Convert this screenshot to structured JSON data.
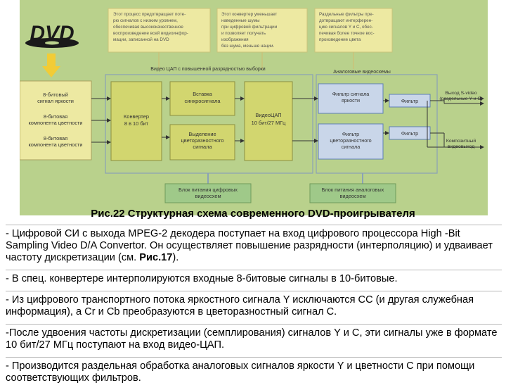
{
  "logo": {
    "text": "DVD"
  },
  "colors": {
    "background": "#b9d18c",
    "yellow_box": "#ede9a2",
    "olive_box": "#d2d66f",
    "blue_box": "#c9d6e9",
    "blue_border": "#5d7eb6",
    "green_box": "#9fc989",
    "panel_border": "#8aa2b6",
    "arrow": "#f2cc36"
  },
  "notes": {
    "n1": [
      "Этот процесс предотвращает поте-",
      "рю сигналов с низким уровнем,",
      "обеспечивая высококачественное",
      "воспроизведение всей видеоинфор-",
      "мации, записанной на DVD"
    ],
    "n2": [
      "Этот конвертер уменьшает",
      "наведенные шумы",
      "при цифровой фильтрации",
      "и позволяет получать",
      "изображения",
      "без шума, меньше нации."
    ],
    "n3": [
      "Раздельные фильтры пре-",
      "дотвращают интерферен-",
      "цию сигналов Y и C, обес-",
      "печивая более точное вос-",
      "произведение цвета"
    ]
  },
  "labels": {
    "dac_group": "Видео ЦАП с повышенной разрядностью выборки",
    "analog_group": "Аналоговые видеосхемы",
    "input_y": [
      "8-битовый",
      "сигнал яркости"
    ],
    "input_c1": [
      "8-битовая",
      "компонента цветности"
    ],
    "input_c2": [
      "8-битовая",
      "компонента цветности"
    ],
    "converter": [
      "Конвертер",
      "8 в 10 бит"
    ],
    "sync": [
      "Вставка",
      "синхросигнала"
    ],
    "extract": [
      "Выделение",
      "цветоразностного",
      "сигнала"
    ],
    "dac": [
      "ВидеоЦАП",
      "10 бит/27 МГц"
    ],
    "filter_y": [
      "Фильтр сигнала",
      "яркости"
    ],
    "filter_c": [
      "Фильтр",
      "цветоразностного",
      "сигнала"
    ],
    "filter1": "Фильтр",
    "filter2": "Фильтр",
    "out_s": [
      "Выход S-video",
      "(раздельные Y и C)"
    ],
    "out_comp": [
      "Композитный",
      "видеовыход"
    ],
    "psu_digital": [
      "Блок питания цифровых",
      "видеосхем"
    ],
    "psu_analog": [
      "Блок питания аналоговых",
      "видеосхем"
    ]
  },
  "caption": "Рис.22 Структурная схема современного DVD-проигрывателя",
  "paragraphs": [
    {
      "text": "- Цифровой СИ с выхода MPEG-2 декодера поступает на вход цифрового процессора High -Bit Sampling Video D/A Convertor. Он осуществляет повышение разрядности (интерполяцию) и удваивает частоту дискретизации (см. ",
      "bold": "Рис.17",
      "tail": ")."
    },
    {
      "text": "- В спец. конвертере интерполируются  входные 8-битовые сигналы в 10-битовые.",
      "bold": "",
      "tail": ""
    },
    {
      "text": "- Из цифрового транспортного потока яркостного сигнала Y исключаются СС (и другая служебная информация), а Cr и Cb преобразуются в цветоразностный сигнал С.",
      "bold": "",
      "tail": ""
    },
    {
      "text": "-После удвоения частоты дискретизации (семплирования) сигналов Y и С, эти сигналы уже в формате 10 бит/27 МГц поступают на вход видео-ЦАП.",
      "bold": "",
      "tail": ""
    },
    {
      "text": "- Производится раздельная обработка аналоговых сигналов яркости Y и цветности С при помощи соответствующих фильтров.",
      "bold": "",
      "tail": ""
    }
  ]
}
